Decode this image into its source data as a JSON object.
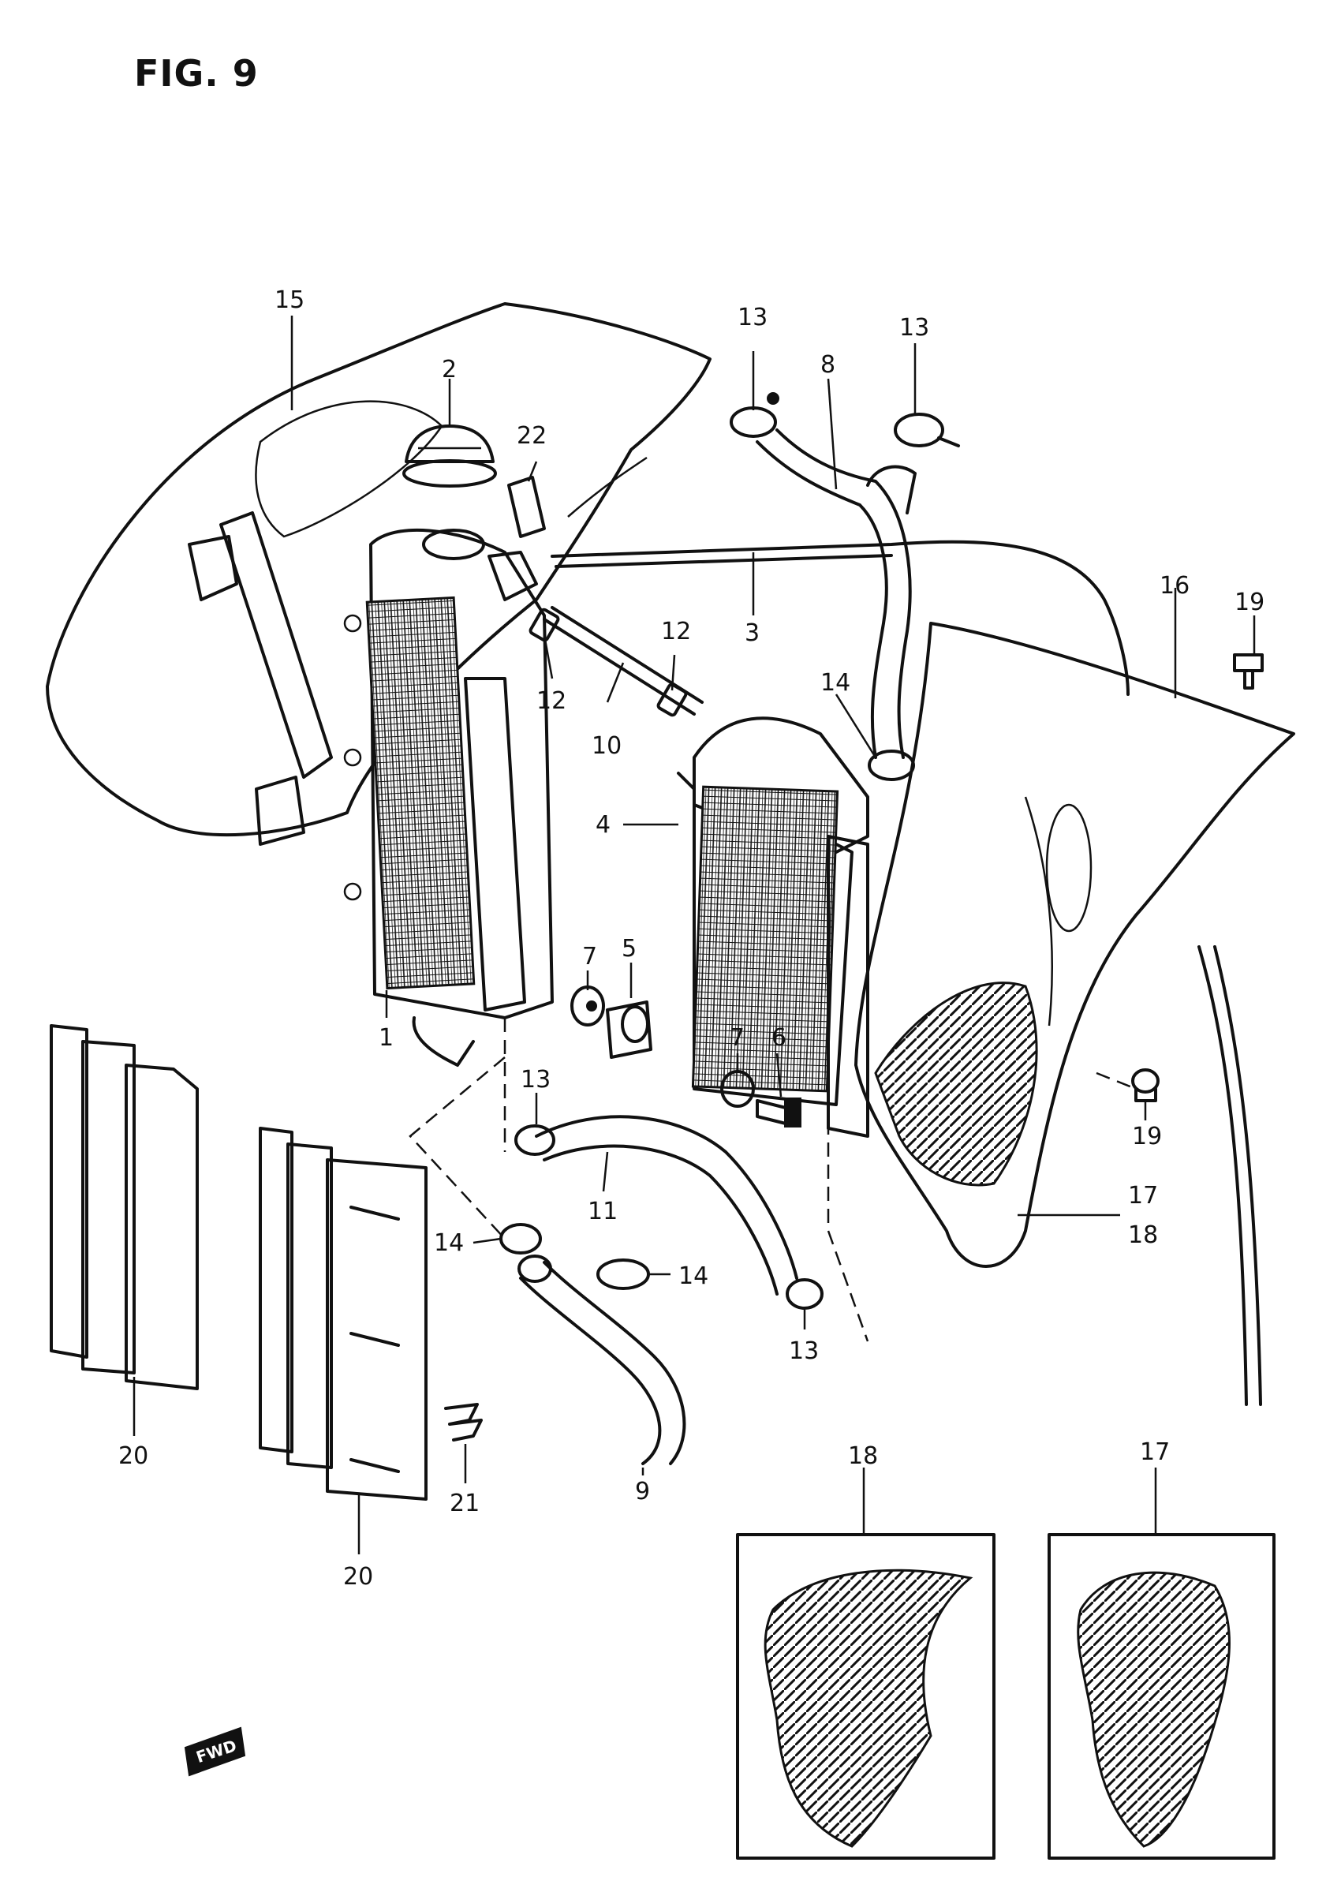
{
  "figure": {
    "title": "FIG. 9"
  },
  "callouts": {
    "c1": "1",
    "c2": "2",
    "c3": "3",
    "c4": "4",
    "c5": "5",
    "c6": "6",
    "c7a": "7",
    "c7b": "7",
    "c8": "8",
    "c9": "9",
    "c10": "10",
    "c11": "11",
    "c12a": "12",
    "c12b": "12",
    "c13a": "13",
    "c13b": "13",
    "c13c": "13",
    "c13d": "13",
    "c14a": "14",
    "c14b": "14",
    "c14c": "14",
    "c15": "15",
    "c16": "16",
    "c17a": "17",
    "c17b": "17",
    "c18a": "18",
    "c18b": "18",
    "c19a": "19",
    "c19b": "19",
    "c20a": "20",
    "c20b": "20",
    "c21": "21",
    "c22": "22"
  },
  "fwd_marker": {
    "label": "FWD"
  }
}
